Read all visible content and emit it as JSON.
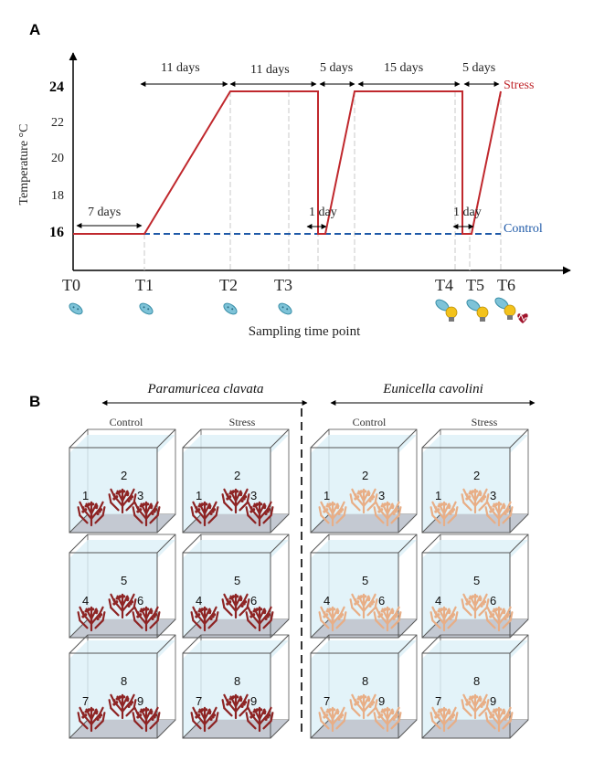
{
  "panel_a": {
    "label": "A",
    "y_axis_label": "Temperature °C",
    "x_axis_label": "Sampling time point",
    "y_ticks": [
      "24",
      "22",
      "20",
      "18",
      "16"
    ],
    "time_points": [
      "T0",
      "T1",
      "T2",
      "T3",
      "T4",
      "T5",
      "T6"
    ],
    "durations": [
      "7 days",
      "11 days",
      "11 days",
      "5 days",
      "15 days",
      "5 days",
      "1 day",
      "1 day"
    ],
    "series": {
      "stress": "Stress",
      "control": "Control"
    },
    "colors": {
      "stress": "#c0282d",
      "control": "#1f5aa8",
      "bacteria": "#7ec3d8",
      "bulb": "#f3c21b",
      "heart": "#a0122a"
    }
  },
  "panel_b": {
    "label": "B",
    "species": [
      "Paramuricea clavata",
      "Eunicella cavolini"
    ],
    "treatments": [
      "Control",
      "Stress",
      "Control",
      "Stress"
    ],
    "colony_numbers": [
      "1",
      "2",
      "3",
      "4",
      "5",
      "6",
      "7",
      "8",
      "9"
    ],
    "colors": {
      "paramuricea": "#8e2424",
      "eunicella": "#e8ae86",
      "water": "#dcf0f7"
    }
  }
}
